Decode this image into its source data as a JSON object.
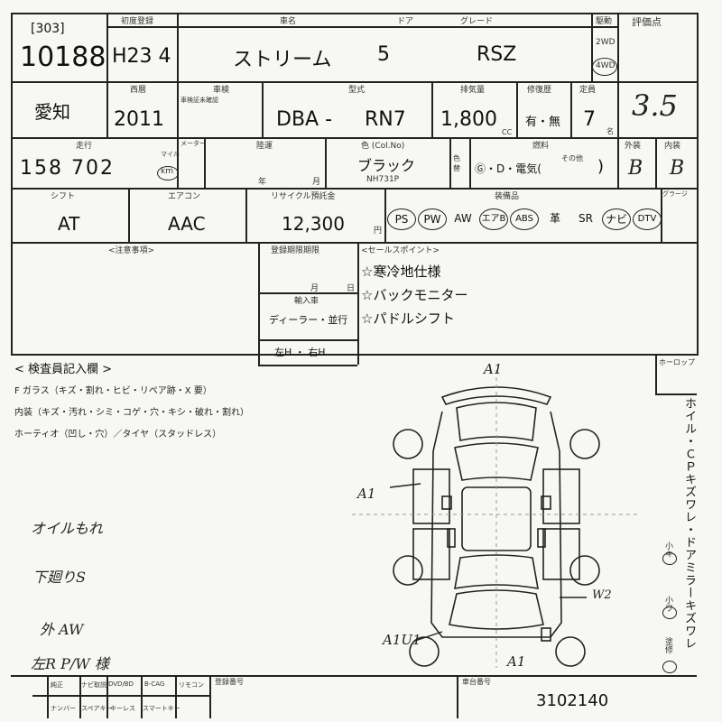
{
  "header": {
    "lot_box": "[303]",
    "lot_number": "10188",
    "registration_label": "初度登録",
    "registration_value": "H23 4",
    "model_name_label": "車名",
    "model_name": "ストリーム",
    "doors_label": "ドア",
    "doors": "5",
    "grade_label": "グレード",
    "grade": "RSZ",
    "drive_label": "駆動",
    "drive_2wd": "2WD",
    "drive_4wd": "4WD",
    "score_label": "評価点",
    "score": "3.5"
  },
  "row2": {
    "region": "愛知",
    "year_label": "西暦",
    "year": "2011",
    "inspection_label": "車検",
    "inspection_note": "車検証未確認",
    "type_label": "型式",
    "type_prefix": "DBA -",
    "type_code": "RN7",
    "displacement_label": "排気量",
    "displacement": "1,800",
    "cc": "CC",
    "history_label": "修復歴",
    "history": "有・無",
    "capacity_label": "定員",
    "capacity": "7",
    "capacity_unit": "名"
  },
  "row3": {
    "mileage_label": "走行",
    "mileage": "158 702",
    "mileage_unit": "km",
    "mileage_unit_alt": "マイル",
    "meter_label": "メーター",
    "rikuun_label": "陸運",
    "year_unit": "年",
    "month_unit": "月",
    "color_label": "色 (Col.No)",
    "color": "ブラック",
    "color_code": "NH731P",
    "color_change": "色替",
    "fuel_label": "燃料",
    "fuel": "Ⓖ・D・電気(",
    "fuel_other": "その他",
    "fuel_close": ")",
    "exterior_label": "外装",
    "exterior": "B",
    "interior_label": "内装",
    "interior": "B"
  },
  "row4": {
    "shift_label": "シフト",
    "shift": "AT",
    "aircon_label": "エアコン",
    "aircon": "AAC",
    "recycle_label": "リサイクル預託金",
    "recycle": "12,300",
    "recycle_unit": "円",
    "equipment_label": "装備品",
    "equipment": [
      "PS",
      "PW",
      "AW",
      "エアB",
      "ABS",
      "革",
      "SR",
      "ナビ",
      "DTV"
    ],
    "equipment_circled": [
      true,
      true,
      false,
      true,
      true,
      false,
      false,
      true,
      true
    ],
    "greige_label": "グラージ"
  },
  "notes": {
    "caution_label": "<注意事項>",
    "deadline_label": "登録期限期限",
    "month_unit": "月",
    "day_unit": "日",
    "import_label": "輸入車",
    "dealer": "ディーラー・並行",
    "steering": "左H ・ 右H",
    "sales_label": "<セールスポイント>",
    "sales_points": [
      "☆寒冷地仕様",
      "☆バックモニター",
      "☆パドルシフト"
    ]
  },
  "inspector": {
    "title": "< 検査員記入欄 >",
    "line1": "F ガラス（キズ・割れ・ヒビ・リペア跡・X 要）",
    "line2": "内装（キズ・汚れ・シミ・コゲ・穴・キシ・破れ・割れ）",
    "line3": "ホーティオ（凹し・穴）／タイヤ（スタッドレス）",
    "handwritten": [
      "オイルもれ",
      "下廻りS",
      "外 AW",
      "左R P/W 様"
    ]
  },
  "diagram": {
    "marks": [
      "A1",
      "A1",
      "W2",
      "A1U1",
      "A1"
    ]
  },
  "side_column": {
    "top_label": "ホーロップ",
    "vertical_text": "ホイル・ＣＰキズワレ・ドアミラーキズワレ",
    "small_marks": [
      "小キ",
      "小ワ",
      "塗修"
    ]
  },
  "bottom": {
    "options": [
      "純正",
      "ナビ取説",
      "DVD/BD",
      "B-CAG",
      "リモコン"
    ],
    "options2": [
      "ナンバー",
      "スペアキー",
      "キーレス",
      "スマートキー"
    ],
    "plate_label": "登録番号",
    "chassis_label": "車台番号",
    "chassis": "3102140"
  }
}
